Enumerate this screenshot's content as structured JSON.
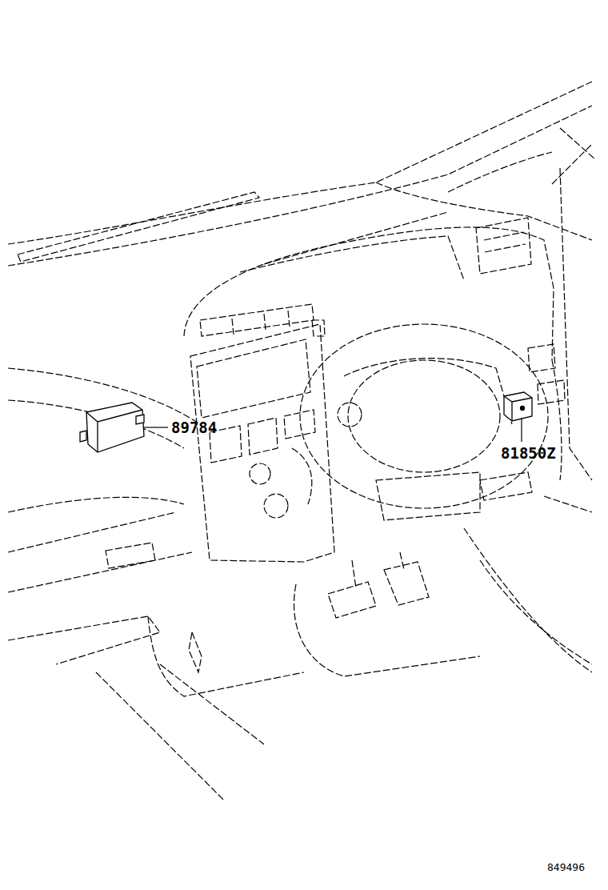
{
  "diagram": {
    "labels": [
      "89784",
      "81850Z",
      "849496"
    ]
  }
}
